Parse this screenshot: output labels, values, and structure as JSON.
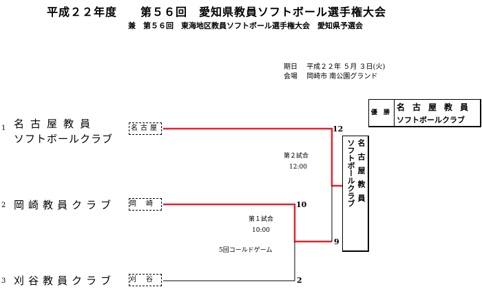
{
  "title": "平成２２年度　　第５６回　愛知県教員ソフトボール選手権大会",
  "subtitle": "兼　第５６回　東海地区教員ソフトボール選手権大会　愛知県予選会",
  "info": {
    "date_label": "期日",
    "date_value": "平成２２年 ５月 ３日(火)",
    "venue_label": "会場",
    "venue_value": "岡崎市 南公園グランド"
  },
  "champion": {
    "label": "優 勝",
    "name_line1": "名古屋教員",
    "name_line2": "ソフトボールクラブ"
  },
  "winner_box": {
    "col1": "ソフトボールクラブ",
    "col2": "名古屋教員"
  },
  "teams": [
    {
      "seed": "1",
      "name_line1": "名古屋教員",
      "name_line2": "ソフトボールクラブ",
      "abbr": "名古屋"
    },
    {
      "seed": "2",
      "name_line1": "岡崎教員クラブ",
      "abbr": "岡崎"
    },
    {
      "seed": "3",
      "name_line1": "刈谷教員クラブ",
      "abbr": "刈谷"
    }
  ],
  "games": {
    "game1": {
      "label": "第１試合",
      "time": "10:00",
      "note": "5回コールドゲーム",
      "score_top": "10",
      "score_bottom": "2"
    },
    "game2": {
      "label": "第２試合",
      "time": "12:00",
      "score_top": "12",
      "score_bottom": "9"
    }
  },
  "colors": {
    "winner_line": "#e8202a",
    "line": "#000000"
  }
}
